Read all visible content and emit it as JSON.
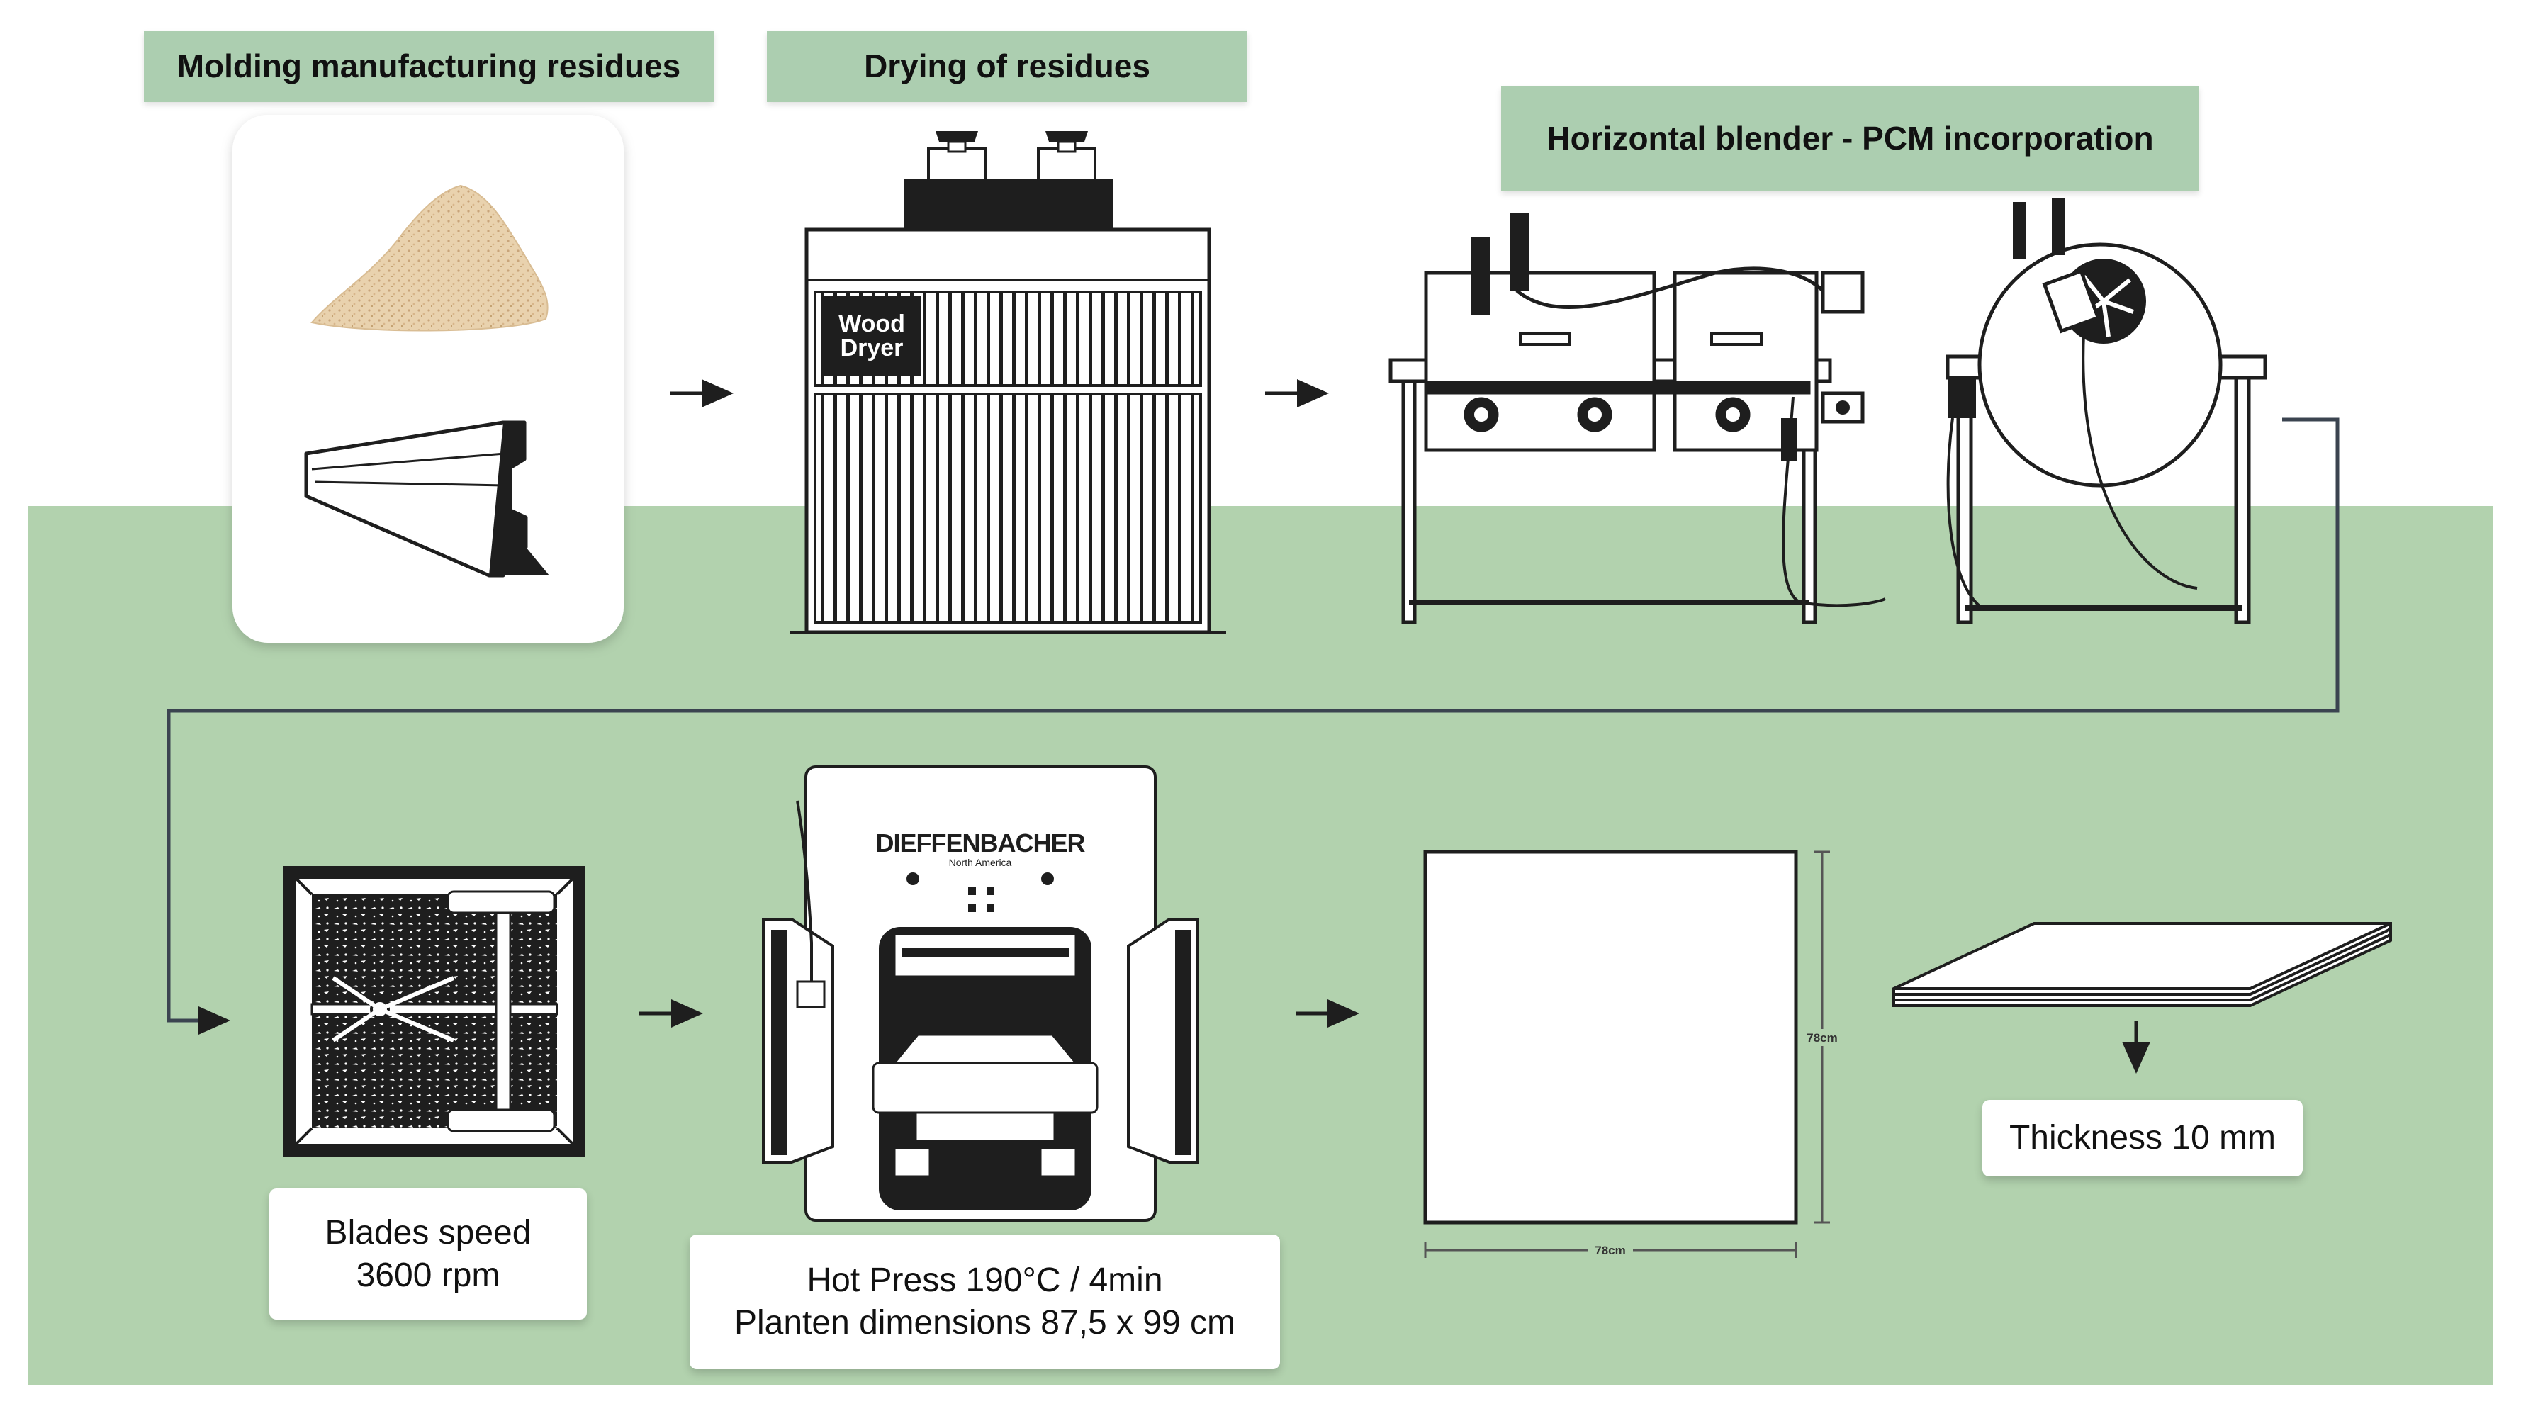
{
  "colors": {
    "background_green": "#b2d2ae",
    "label_green": "#acceb0",
    "ink": "#1e1e1e",
    "sawdust": "#e3c9a3",
    "connector": "#3b4450"
  },
  "steps": {
    "molding": {
      "title": "Molding manufacturing residues",
      "icon": "sawdust-pile-and-molding-icon"
    },
    "drying": {
      "title": "Drying of residues",
      "machine_label_line1": "Wood",
      "machine_label_line2": "Dryer",
      "icon": "wood-dryer-icon"
    },
    "blender": {
      "title": "Horizontal blender - PCM incorporation",
      "icon": "horizontal-blender-icon"
    },
    "blades": {
      "line1": "Blades speed",
      "line2": "3600 rpm",
      "icon": "mixer-top-view-icon"
    },
    "press": {
      "line1": "Hot Press 190°C / 4min",
      "line2": "Planten dimensions 87,5 x 99 cm",
      "brand": "DIEFFENBACHER",
      "brand_sub": "North America",
      "icon": "hot-press-icon"
    },
    "panel": {
      "height_dim": "78cm",
      "width_dim": "78cm",
      "icon": "panel-square-icon"
    },
    "thickness": {
      "label": "Thickness 10 mm",
      "icon": "stacked-boards-icon"
    }
  }
}
